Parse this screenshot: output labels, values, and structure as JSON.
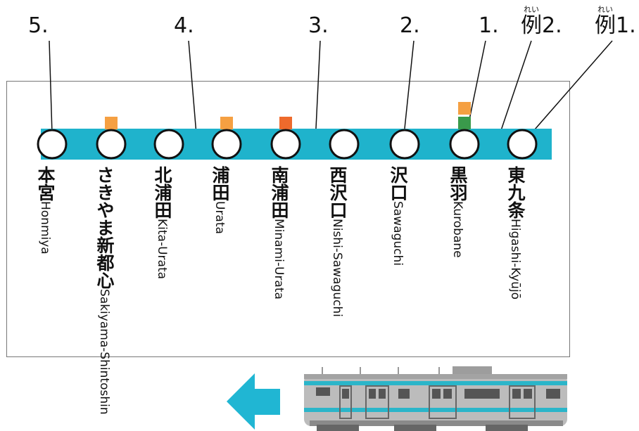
{
  "labels": {
    "l5": "5.",
    "l4": "4.",
    "l3": "3.",
    "l2": "2.",
    "l1": "1.",
    "ex2": {
      "kanji": "例",
      "ruby": "れい",
      "num": "2."
    },
    "ex1": {
      "kanji": "例",
      "ruby": "れい",
      "num": "1."
    }
  },
  "stations": [
    {
      "kanji": "本宮",
      "roman": "Honmiya",
      "markers": []
    },
    {
      "kanji": "さきやま新都心",
      "roman": "Sakiyama-Shintoshin",
      "markers": [
        "orange"
      ]
    },
    {
      "kanji": "北浦田",
      "roman": "Kita-Urata",
      "markers": []
    },
    {
      "kanji": "浦田",
      "roman": "Urata",
      "markers": [
        "orange"
      ]
    },
    {
      "kanji": "南浦田",
      "roman": "Minami-Urata",
      "markers": [
        "red-orange"
      ]
    },
    {
      "kanji": "西沢口",
      "roman": "Nishi-Sawaguchi",
      "markers": []
    },
    {
      "kanji": "沢口",
      "roman": "Sawaguchi",
      "markers": []
    },
    {
      "kanji": "黒羽",
      "roman": "Kurobane",
      "markers": [
        "orange",
        "green"
      ]
    },
    {
      "kanji": "東九条",
      "roman": "Higashi-Kyūjō",
      "markers": []
    }
  ],
  "colors": {
    "line": "#1fb3cc",
    "orange": "#f5a042",
    "red-orange": "#ee6a2c",
    "green": "#3a9a4b",
    "arrow": "#20b6d3",
    "train_body": "#b9b9b9",
    "train_stripe": "#2bb5c9"
  },
  "icons": {
    "direction": "arrow-left-icon",
    "train": "train-icon"
  }
}
